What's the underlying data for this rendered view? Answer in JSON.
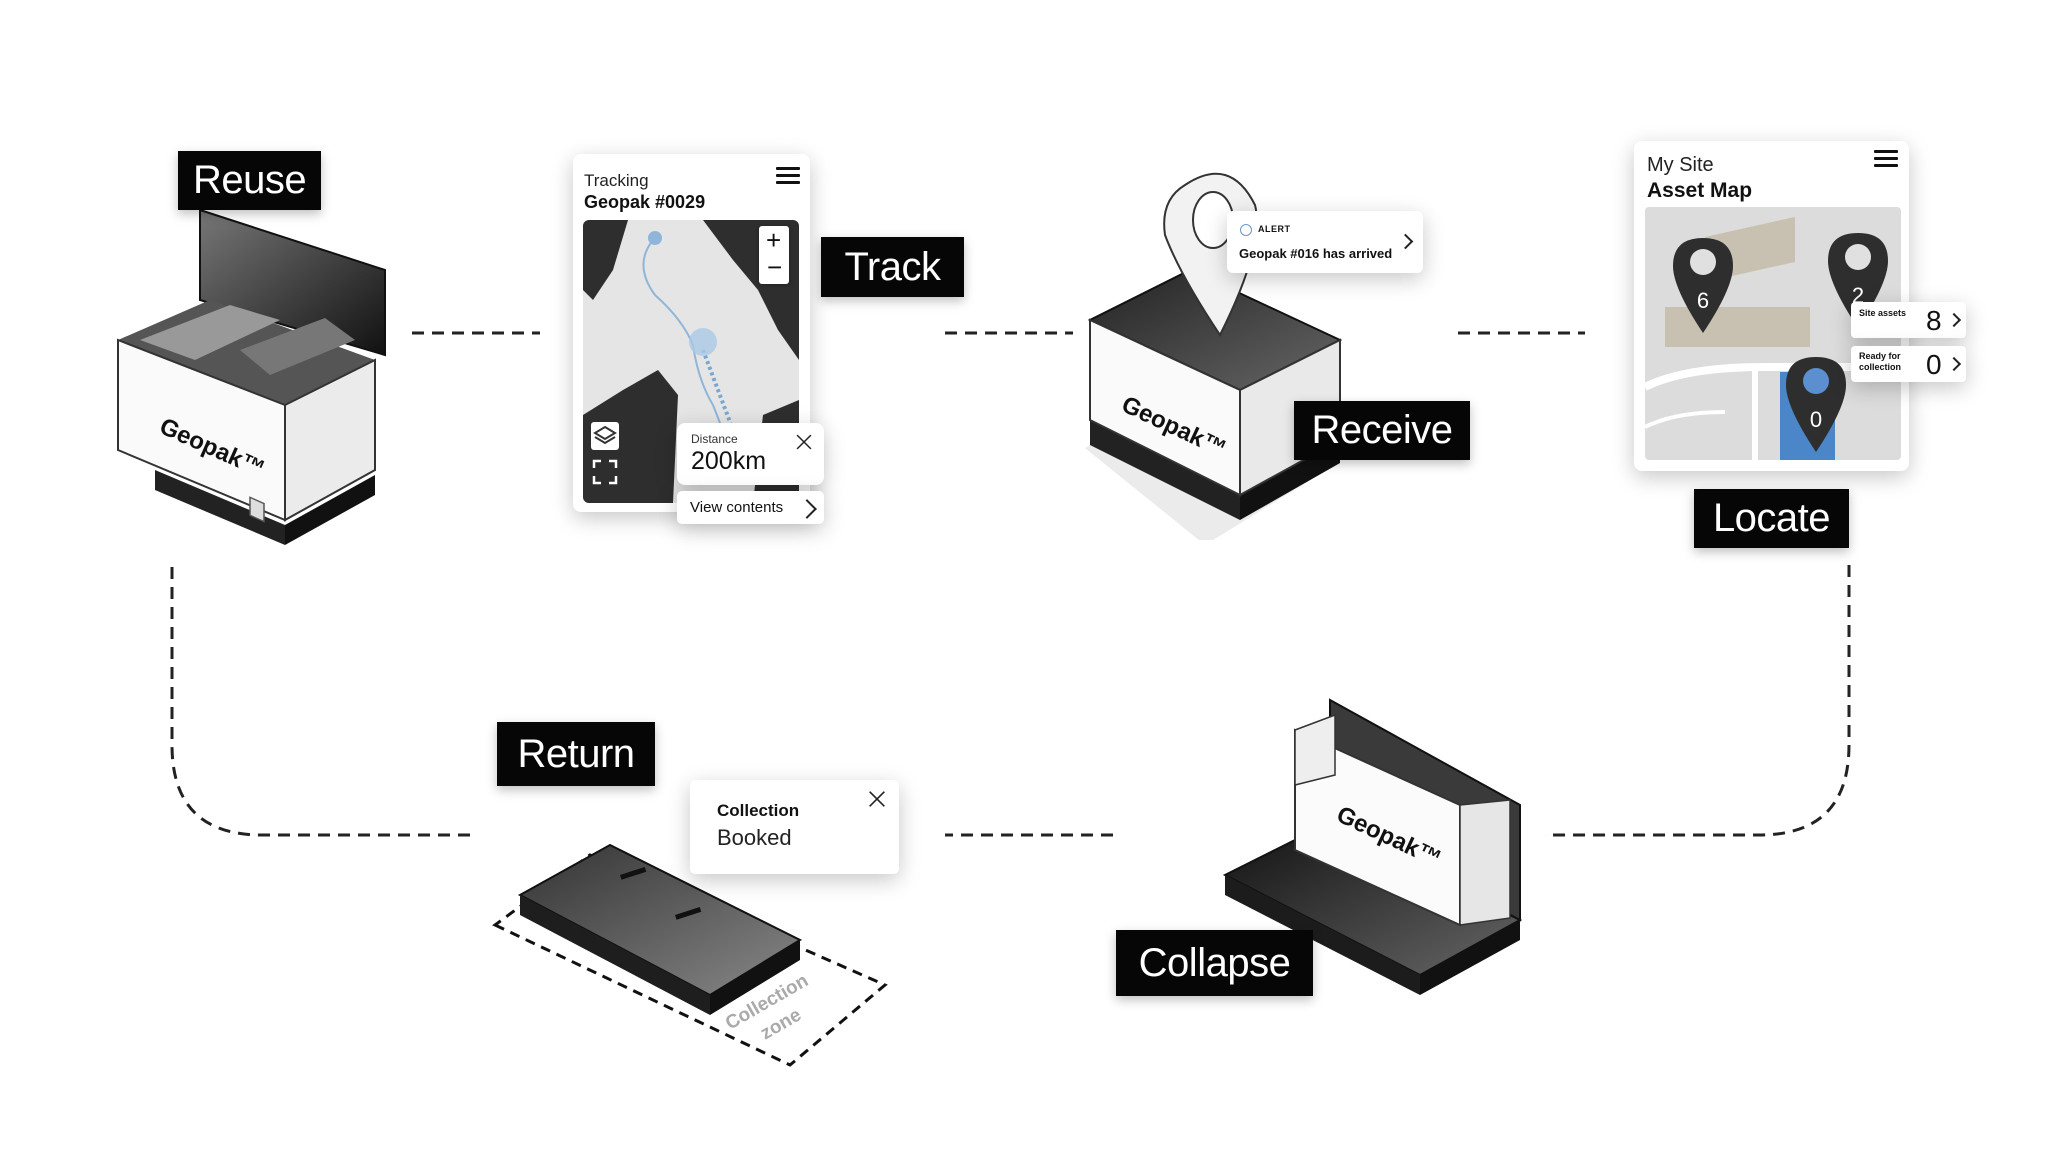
{
  "labels": {
    "reuse": "Reuse",
    "track": "Track",
    "receive": "Receive",
    "locate": "Locate",
    "return": "Return",
    "collapse": "Collapse"
  },
  "brand": {
    "box_text": "Geopak",
    "trademark": "™"
  },
  "tracking": {
    "title": "Tracking",
    "subtitle": "Geopak #0029",
    "zoom_in": "+",
    "zoom_out": "−",
    "distance_label": "Distance",
    "distance_value": "200km",
    "view_contents": "View contents"
  },
  "alert": {
    "tag": "ALERT",
    "message": "Geopak #016 has arrived"
  },
  "site": {
    "title": "My Site",
    "subtitle": "Asset Map",
    "pins": [
      {
        "count": "6"
      },
      {
        "count": "2"
      },
      {
        "count": "0"
      }
    ],
    "site_assets_label": "Site assets",
    "site_assets_value": "8",
    "ready_label_line1": "Ready for",
    "ready_label_line2": "collection",
    "ready_value": "0",
    "highlight_color": "#4a86c8"
  },
  "collection": {
    "title": "Collection",
    "status": "Booked",
    "zone_line1": "Collection",
    "zone_line2": "zone"
  }
}
